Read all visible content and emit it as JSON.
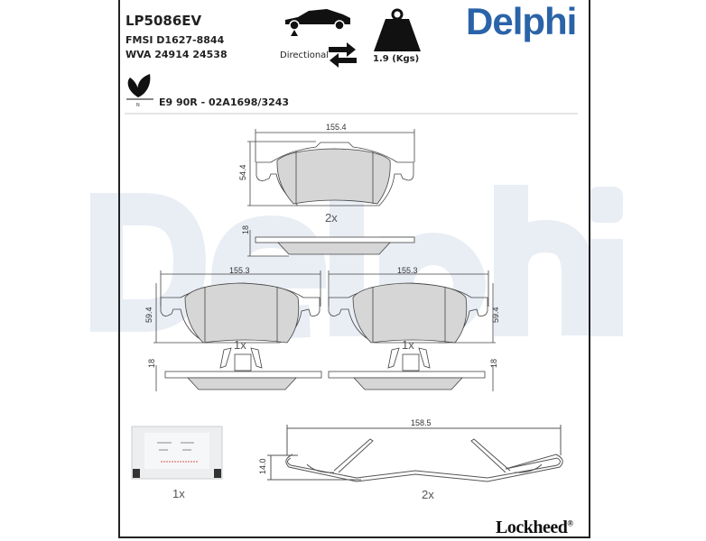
{
  "product": {
    "part_number": "LP5086EV",
    "fmsi": "FMSI D1627-8844",
    "wva": "WVA 24914 24538",
    "approval": "E9 90R - 02A1698/3243",
    "directional_label": "Directional",
    "weight": "1.9 (Kgs)"
  },
  "brand": {
    "logo": "Delphi",
    "watermark": "Delphi",
    "sub_brand": "Lockheed",
    "sub_brand_mark": "®",
    "color": "#2a63a8"
  },
  "icons": [
    "car-axle-icon",
    "directional-arrows-icon",
    "weight-icon",
    "eco-leaf-icon"
  ],
  "eco_icon_label": "N",
  "drawings": {
    "top_pad": {
      "width": "155.4",
      "height": "54.4",
      "thickness": "18",
      "qty": "2x"
    },
    "left_pad": {
      "width": "155.3",
      "height": "59.4",
      "thickness": "18",
      "qty": "1x"
    },
    "right_pad": {
      "width": "155.3",
      "height": "59.4",
      "thickness": "18",
      "qty": "1x"
    },
    "sachet": {
      "qty": "1x"
    },
    "spring": {
      "width": "158.5",
      "height": "14.0",
      "qty": "2x"
    }
  }
}
